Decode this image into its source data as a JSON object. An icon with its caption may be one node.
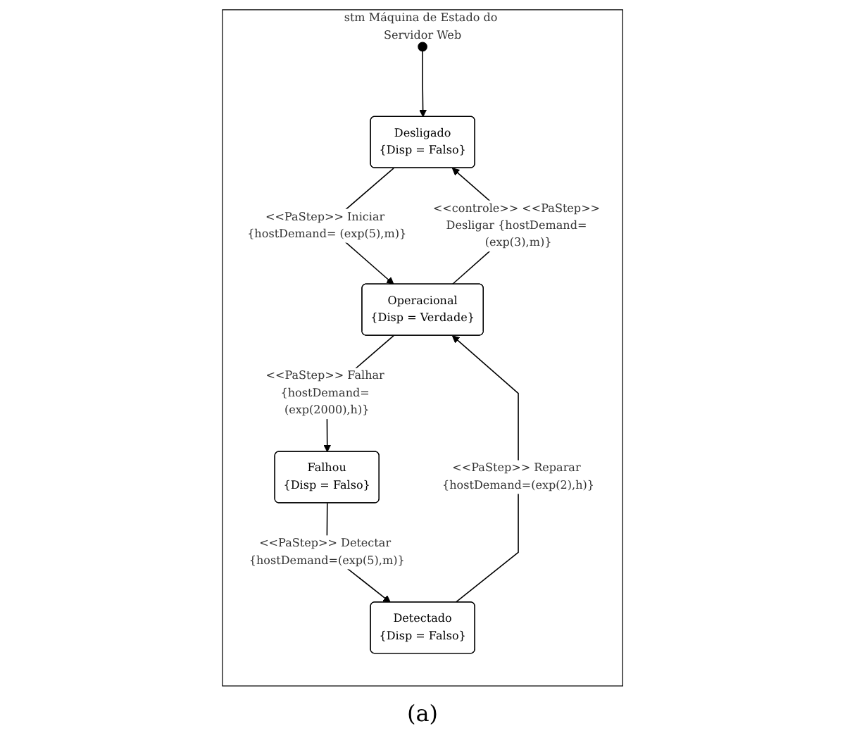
{
  "diagram": {
    "caption": "(a)",
    "nodes": [
      {
        "text": [
          "stm Máquina de Estado do Servidor Web"
        ]
      },
      {
        "text": [
          "Desligado",
          "{Disp = Falso}"
        ],
        "in": 0
      },
      {
        "text": [],
        "shape": "circle",
        "in": 0
      },
      {
        "text": [
          "Operacional",
          "{Disp = Verdade}"
        ],
        "in": 0
      },
      {
        "text": [
          "Falhou",
          "{Disp = Falso}"
        ],
        "in": 0
      },
      {
        "text": [
          "Detectado",
          "{Disp = Falso}"
        ],
        "in": 0
      }
    ],
    "edges": [
      {
        "from": 2,
        "to": 1,
        "arrow": "to"
      },
      {
        "from": 1,
        "to": 3,
        "arrow": "to",
        "label": "<<PaStep>> Iniciar {hostDemand= (exp(5),m)}"
      },
      {
        "from": 3,
        "to": 1,
        "arrow": "to",
        "label": "<<controle>> <<PaStep>> Desligar {hostDemand= (exp(3),m)}"
      },
      {
        "from": 3,
        "to": 4,
        "arrow": "to",
        "label": "<<PaStep>> Falhar {hostDemand= (exp(2000),h)}"
      },
      {
        "from": 4,
        "to": 5,
        "arrow": "to",
        "label": "<<PaStep>> Detectar {hostDemand=(exp(5),m)}"
      },
      {
        "from": 5,
        "to": 3,
        "arrow": "to",
        "label": "<<PaStep>> Reparar {hostDemand=(exp(2),h)}"
      }
    ]
  }
}
